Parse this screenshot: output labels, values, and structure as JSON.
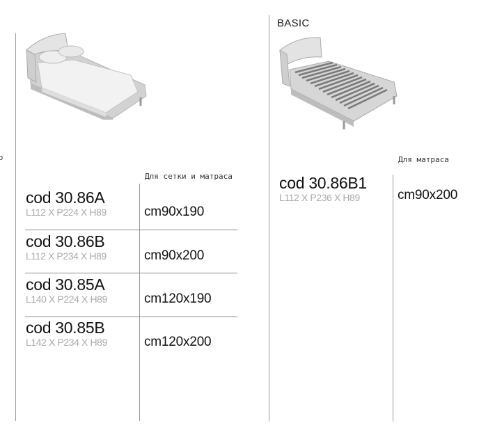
{
  "page": {
    "edge_glyph": "o"
  },
  "left": {
    "label": "Для сетки и матраса",
    "rows": [
      {
        "code": "cod 30.86A",
        "dims": "L112 X P224 X H89",
        "size": "cm90x190"
      },
      {
        "code": "cod 30.86B",
        "dims": "L112 X P234 X H89",
        "size": "cm90x200"
      },
      {
        "code": "cod 30.85A",
        "dims": "L140 X P224 X H89",
        "size": "cm120x190"
      },
      {
        "code": "cod 30.85B",
        "dims": "L142 X P234 X H89",
        "size": "cm120x200"
      }
    ]
  },
  "right": {
    "title": "BASIC",
    "label": "Для матраса",
    "rows": [
      {
        "code": "cod 30.86B1",
        "dims": "L112 X P236 X H89",
        "size": "cm90x200"
      }
    ]
  },
  "colors": {
    "rule": "#8a8a8a",
    "dims_text": "#aaaaaa",
    "bed_fill": "#e6e6e6",
    "bed_shade": "#c9c9c9"
  }
}
